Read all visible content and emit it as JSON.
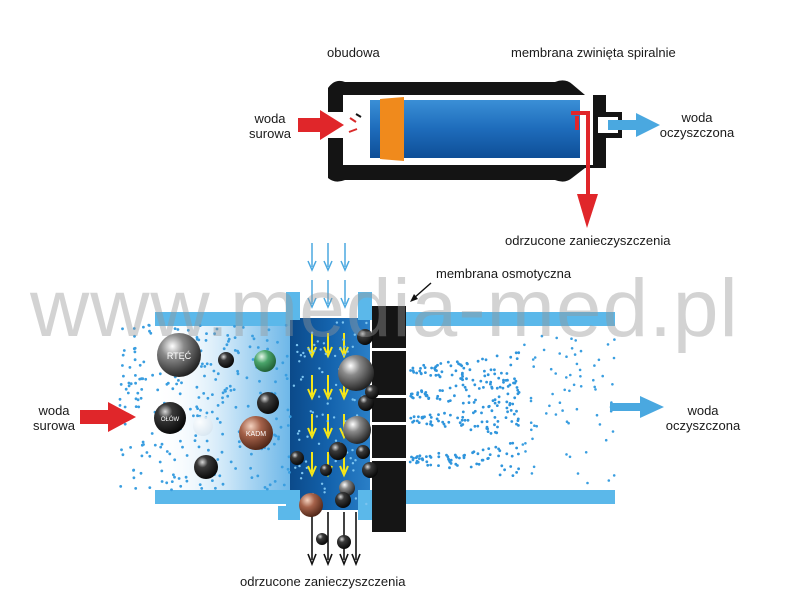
{
  "top_diagram": {
    "housing_label": "obudowa",
    "membrane_label": "membrana zwinięta spiralnie",
    "raw_water_label_line1": "woda",
    "raw_water_label_line2": "surowa",
    "clean_water_label_line1": "woda",
    "clean_water_label_line2": "oczyszczona",
    "rejected_label": "odrzucone zanieczyszczenia"
  },
  "bottom_diagram": {
    "membrane_label": "membrana osmotyczna",
    "raw_water_label_line1": "woda",
    "raw_water_label_line2": "surowa",
    "clean_water_label_line1": "woda",
    "clean_water_label_line2": "oczyszczona",
    "rejected_label": "odrzucone zanieczyszczenia",
    "particles": [
      "RTĘĆ",
      "OŁÓW",
      "KADM"
    ]
  },
  "watermark": "www.media-med.pl",
  "colors": {
    "water_blue": "#4aa8e0",
    "pipe_blue": "#5bb8ea",
    "membrane_blue": "#1c6bb5",
    "inlet_red": "#e0262a",
    "seal_orange": "#f08a1c",
    "flow_yellow": "#f5e619",
    "housing_black": "#111111"
  }
}
